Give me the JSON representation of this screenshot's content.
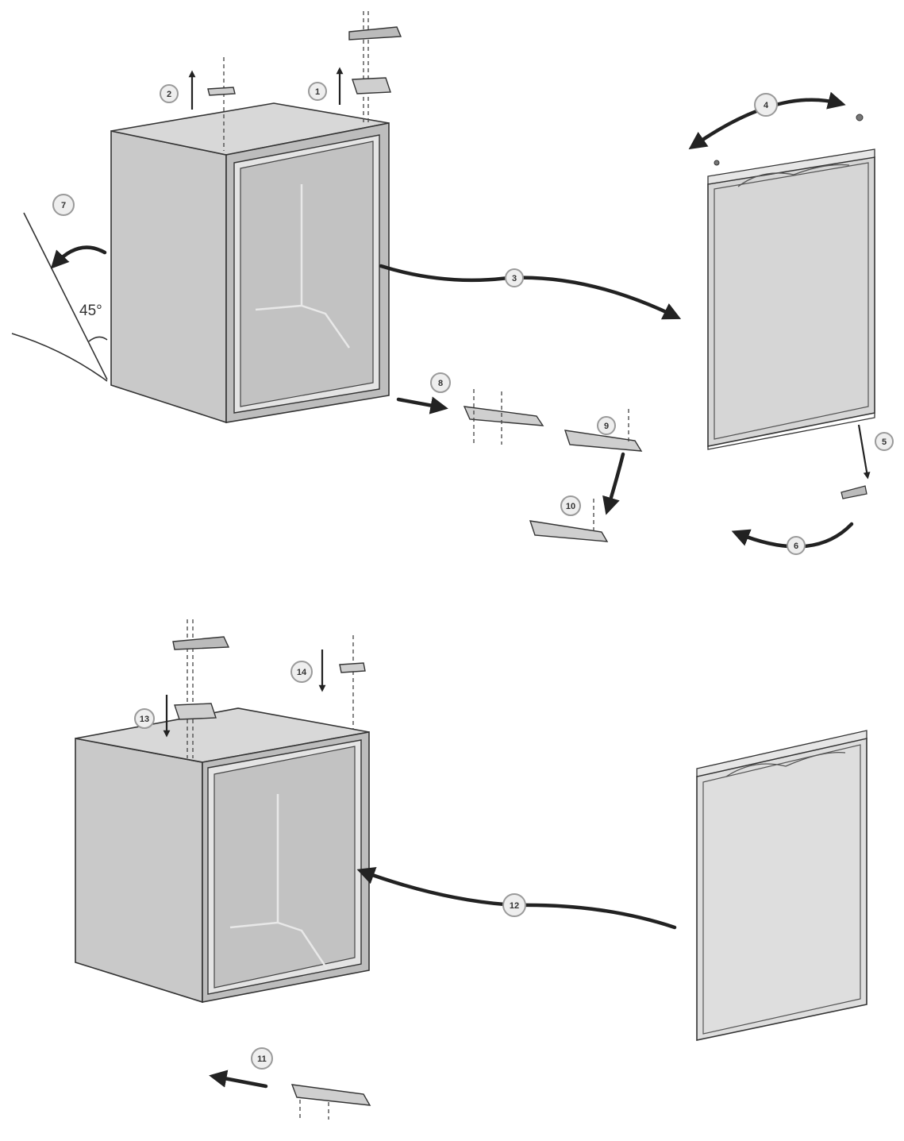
{
  "steps": {
    "s1": "1",
    "s2": "2",
    "s3": "3",
    "s4": "4",
    "s5": "5",
    "s6": "6",
    "s7": "7",
    "s8": "8",
    "s9": "9",
    "s10": "10",
    "s11": "11",
    "s12": "12",
    "s13": "13",
    "s14": "14"
  },
  "tilt_angle": "45°",
  "colors": {
    "cabinet_side": "#c9c9c9",
    "cabinet_top": "#d8d8d8",
    "cabinet_front": "#bdbdbd",
    "door_face": "#d6d6d6",
    "badge_fill": "#eeeeee",
    "badge_ring": "#9a9a9a"
  }
}
